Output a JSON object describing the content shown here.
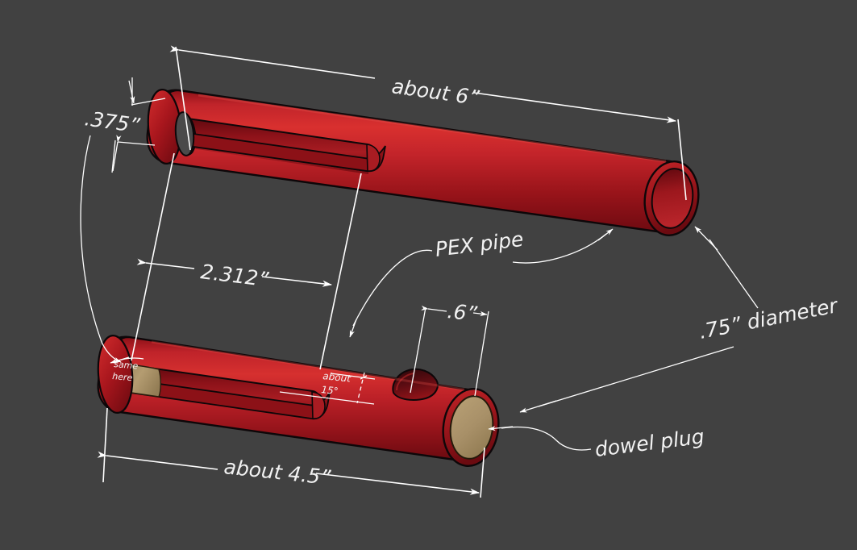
{
  "diagram": {
    "title": "PEX pipe shaker assembly drawing",
    "background_color": "#414141",
    "pipe_color_light": "#d8302f",
    "pipe_color_dark": "#7d0d14",
    "pipe_color_mid": "#b01a20",
    "dowel_color": "#ab9068",
    "annotation_color": "#ffffff"
  },
  "labels": {
    "length_top": "about 6”",
    "wall_thickness": ".375”",
    "slot_offset": "2.312”",
    "part_name": "PEX pipe",
    "notch_width": ".6”",
    "diameter": ".75” diameter",
    "plug_name": "dowel plug",
    "length_bottom": "about 4.5”",
    "same_here_1": "same",
    "same_here_2": "here",
    "angle_1": "about",
    "angle_2": "15°"
  },
  "parts": [
    {
      "id": "top-pipe",
      "name": "PEX pipe",
      "length": "about 6”",
      "diameter": ".75”",
      "wall": ".375”"
    },
    {
      "id": "bottom-pipe",
      "name": "PEX pipe",
      "length": "about 4.5”",
      "diameter": ".75”",
      "notch": ".6”",
      "angle": "15°"
    },
    {
      "id": "dowel-plug",
      "name": "dowel plug",
      "length": "",
      "diameter": "",
      "wall": ""
    }
  ]
}
